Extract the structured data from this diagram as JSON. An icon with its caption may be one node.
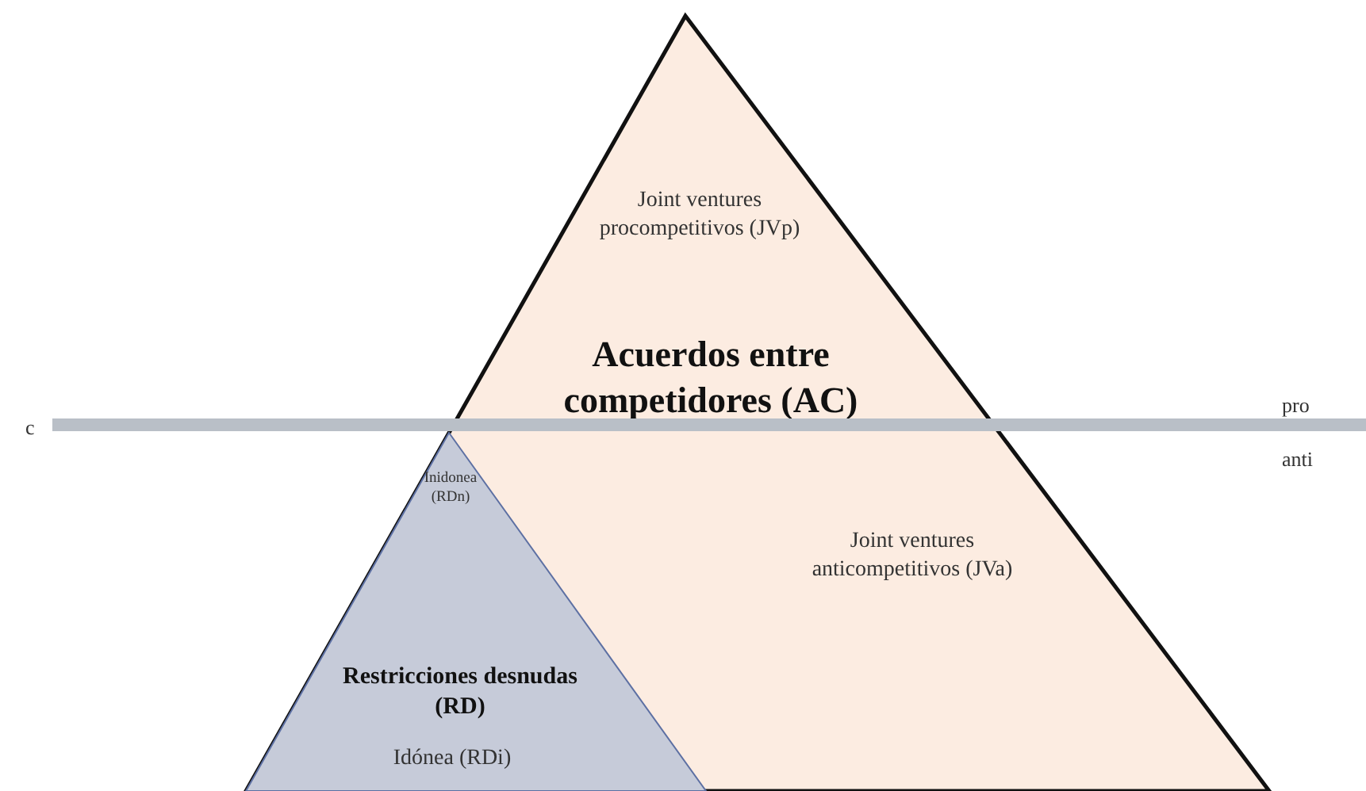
{
  "diagram": {
    "nodes": [
      {
        "text": [
          "Joint ventures procompetitivos (JVp)",
          "Acuerdos entre competidores (AC)",
          "Joint ventures anticompetitivos (JVa)"
        ]
      },
      {
        "text": [
          "Inidonea (RDn)",
          "Restricciones desnudas (RD)",
          "Idónea (RDi)"
        ],
        "in": 0
      }
    ],
    "edges": [],
    "labels": [
      "pro",
      "c",
      "anti"
    ]
  }
}
